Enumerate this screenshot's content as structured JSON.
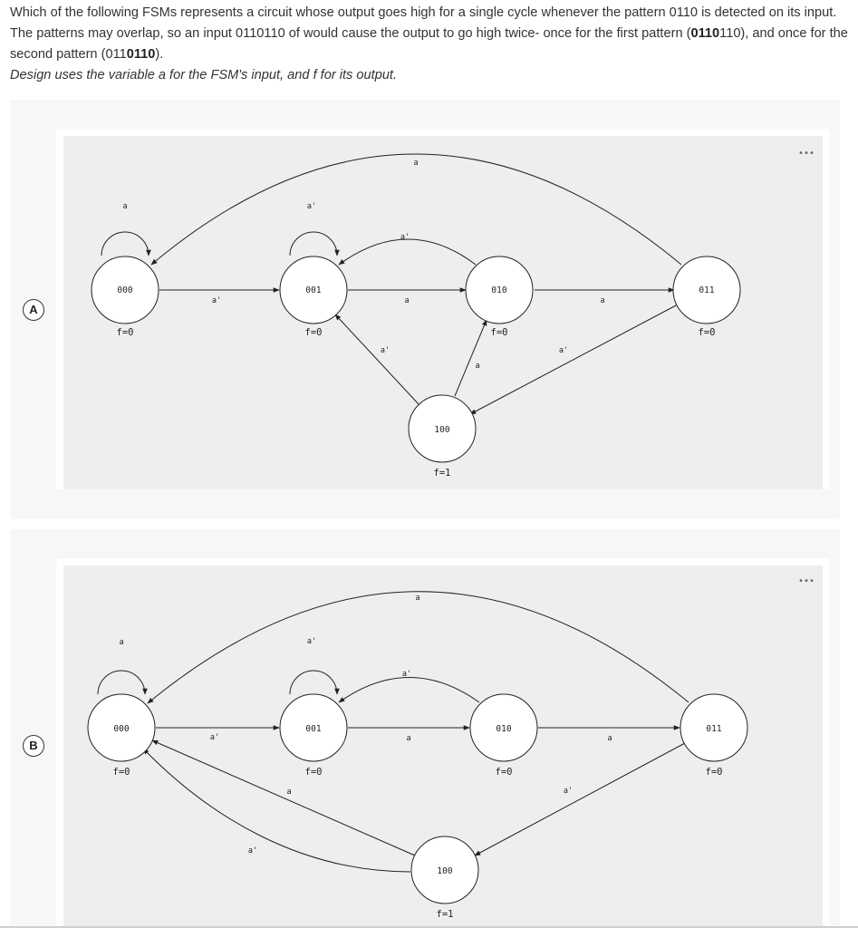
{
  "question": {
    "text_line1": "Which of the following FSMs represents a circuit whose output goes high for a single cycle whenever the pattern 0110 is detected on its input. The patterns may overlap, so an input 0110110 of would cause the output to go high twice- once for the first pattern (",
    "bold1": "0110",
    "rest1": "110), and once for the second pattern (011",
    "bold2": "0110",
    "end1": ").",
    "note": "Design uses the variable a for the FSM's input, and f for its output."
  },
  "options": [
    {
      "letter": "A",
      "menu": "•••",
      "states": [
        {
          "id": "000",
          "output": "f=0"
        },
        {
          "id": "001",
          "output": "f=0"
        },
        {
          "id": "010",
          "output": "f=0"
        },
        {
          "id": "011",
          "output": "f=0"
        },
        {
          "id": "100",
          "output": "f=1"
        }
      ],
      "transitions": [
        {
          "from": "000",
          "to": "000",
          "label": "a"
        },
        {
          "from": "000",
          "to": "001",
          "label": "a'"
        },
        {
          "from": "001",
          "to": "001",
          "label": "a'"
        },
        {
          "from": "001",
          "to": "010",
          "label": "a"
        },
        {
          "from": "010",
          "to": "001",
          "label": "a'"
        },
        {
          "from": "010",
          "to": "011",
          "label": "a"
        },
        {
          "from": "011",
          "to": "000",
          "label": "a"
        },
        {
          "from": "011",
          "to": "100",
          "label": "a'"
        },
        {
          "from": "100",
          "to": "001",
          "label": "a'"
        },
        {
          "from": "100",
          "to": "010",
          "label": "a"
        }
      ]
    },
    {
      "letter": "B",
      "menu": "•••",
      "states": [
        {
          "id": "000",
          "output": "f=0"
        },
        {
          "id": "001",
          "output": "f=0"
        },
        {
          "id": "010",
          "output": "f=0"
        },
        {
          "id": "011",
          "output": "f=0"
        },
        {
          "id": "100",
          "output": "f=1"
        }
      ],
      "transitions": [
        {
          "from": "000",
          "to": "000",
          "label": "a"
        },
        {
          "from": "000",
          "to": "001",
          "label": "a'"
        },
        {
          "from": "001",
          "to": "001",
          "label": "a'"
        },
        {
          "from": "001",
          "to": "010",
          "label": "a"
        },
        {
          "from": "010",
          "to": "001",
          "label": "a'"
        },
        {
          "from": "010",
          "to": "011",
          "label": "a"
        },
        {
          "from": "011",
          "to": "000",
          "label": "a"
        },
        {
          "from": "011",
          "to": "100",
          "label": "a'"
        },
        {
          "from": "100",
          "to": "000",
          "label": "a"
        },
        {
          "from": "100",
          "to": "000",
          "label": "a'"
        }
      ]
    }
  ]
}
